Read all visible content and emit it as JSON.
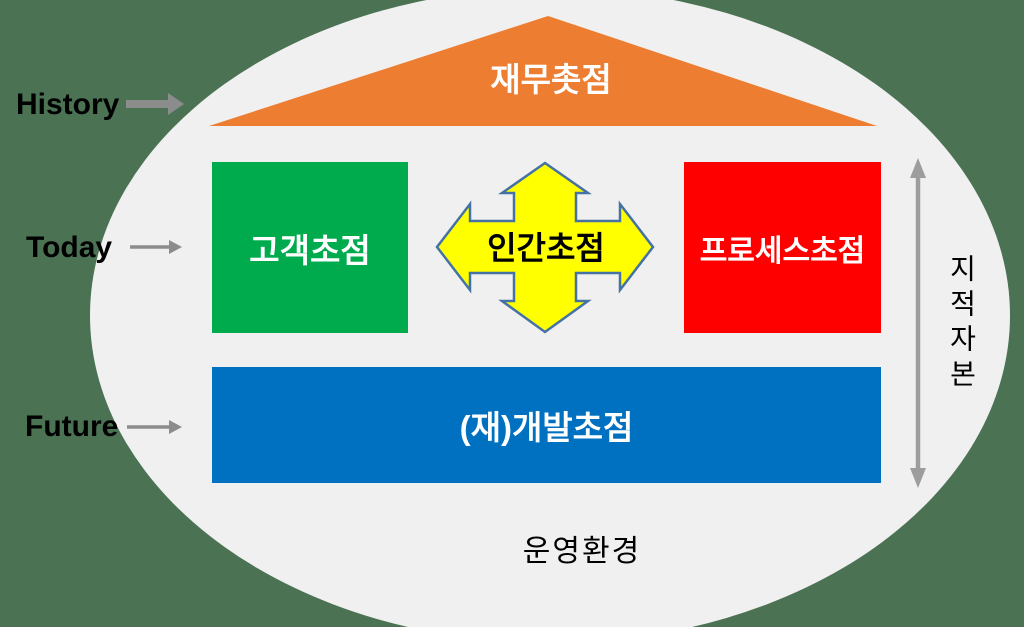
{
  "canvas": {
    "background": "#4A7253",
    "ellipse_color": "#F0F0F0"
  },
  "timeline": {
    "history": "History",
    "today": "Today",
    "future": "Future",
    "arrow_color": "#8C8C8C"
  },
  "focuses": {
    "finance": {
      "label": "재무촛점",
      "fill": "#ED7D31",
      "text_color": "#FFFFFF"
    },
    "customer": {
      "label": "고객초점",
      "fill": "#00AB4E",
      "text_color": "#FFFFFF"
    },
    "human": {
      "label": "인간초점",
      "fill": "#FFFF00",
      "outline": "#4472A4",
      "text_color": "#000000"
    },
    "process": {
      "label": "프로세스초점",
      "fill": "#FF0000",
      "text_color": "#FFFFFF"
    },
    "redevelopment": {
      "label": "(재)개발초점",
      "fill": "#0070C0",
      "text_color": "#FFFFFF"
    }
  },
  "annotations": {
    "intellectual_capital": {
      "label": "지적자본",
      "arrow_color": "#9D9D9D"
    },
    "operating_environment": {
      "label": "운영환경"
    }
  }
}
